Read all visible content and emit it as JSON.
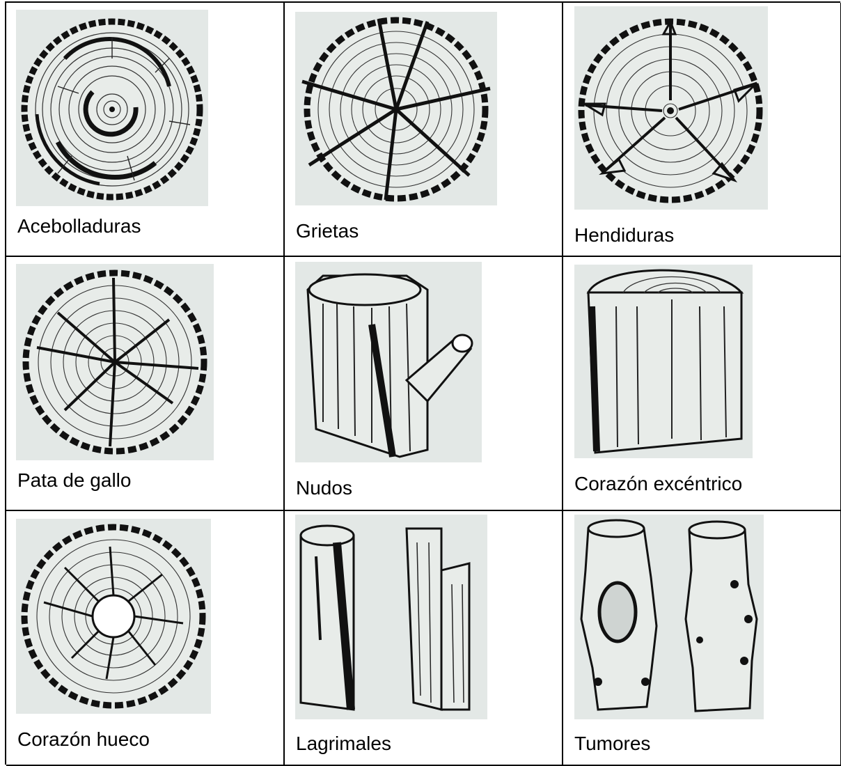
{
  "cells": [
    {
      "label": "Acebolladuras",
      "figure": "log-cross-section-ring-shakes"
    },
    {
      "label": "Grietas",
      "figure": "log-cross-section-cracks"
    },
    {
      "label": "Hendiduras",
      "figure": "log-cross-section-splits"
    },
    {
      "label": "Pata de gallo",
      "figure": "log-cross-section-star-checks"
    },
    {
      "label": "Nudos",
      "figure": "log-block-with-branch-knot"
    },
    {
      "label": "Corazón excéntrico",
      "figure": "log-block-eccentric-heart"
    },
    {
      "label": "Corazón hueco",
      "figure": "log-cross-section-hollow-heart"
    },
    {
      "label": "Lagrimales",
      "figure": "logs-with-resin-streaks"
    },
    {
      "label": "Tumores",
      "figure": "logs-with-burls"
    }
  ],
  "colors": {
    "ink": "#111111",
    "paper": "#e3e8e6",
    "border": "#000000"
  }
}
